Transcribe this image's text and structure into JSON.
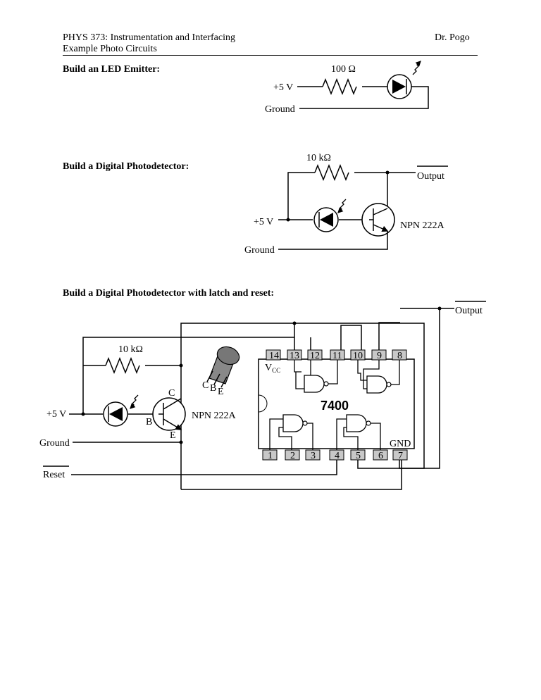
{
  "header": {
    "course": "PHYS 373: Instrumentation and Interfacing",
    "subtitle": "Example Photo Circuits",
    "author": "Dr. Pogo"
  },
  "sections": {
    "emitter": "Build an LED Emitter:",
    "detector": "Build a Digital Photodetector:",
    "latch": "Build a Digital Photodetector with latch and reset:"
  },
  "emitter": {
    "resistor": "100 Ω",
    "supply": "+5 V",
    "ground": "Ground"
  },
  "detector": {
    "resistor": "10 kΩ",
    "output": "Output",
    "supply": "+5 V",
    "transistor": "NPN 222A",
    "ground": "Ground"
  },
  "latch": {
    "output": "Output",
    "resistor": "10 kΩ",
    "supply": "+5 V",
    "ground": "Ground",
    "reset": "Reset",
    "transistor": "NPN 222A",
    "pin_c": "C",
    "pin_b": "B",
    "pin_e": "E",
    "chip": "7400",
    "vcc": "V",
    "vcc_sub": "CC",
    "gnd": "GND",
    "top_pins": [
      "14",
      "13",
      "12",
      "11",
      "10",
      "9",
      "8"
    ],
    "bottom_pins": [
      "1",
      "2",
      "3",
      "4",
      "5",
      "6",
      "7"
    ]
  },
  "colors": {
    "pin_fill": "#c8c8c8",
    "package": "#888888"
  },
  "icons": [
    "resistor-icon",
    "led-icon",
    "photodiode-icon",
    "npn-transistor-icon",
    "nand-gate-icon",
    "to92-package-icon"
  ]
}
